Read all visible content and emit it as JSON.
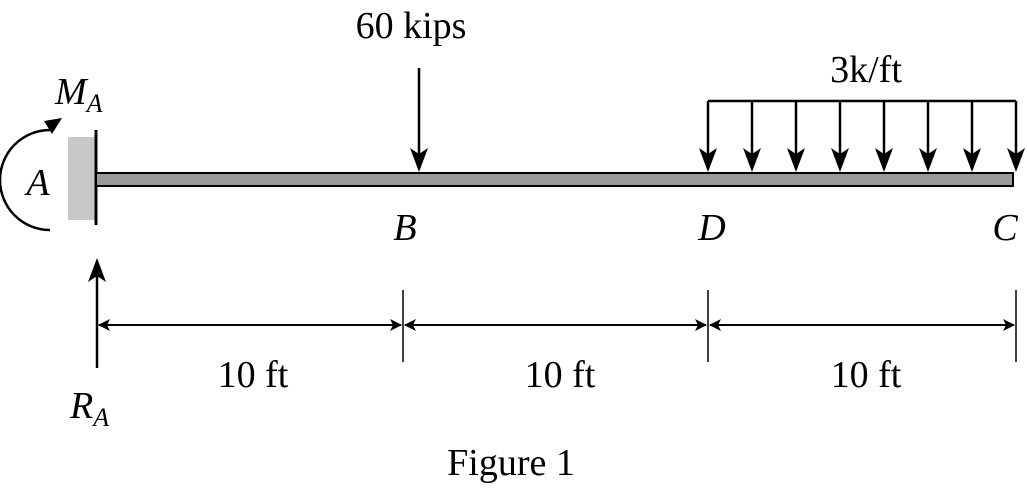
{
  "load": {
    "point_label": "60 kips",
    "distributed_label": "3k/ft"
  },
  "support": {
    "moment_label": "M",
    "moment_sub": "A",
    "reaction_label": "R",
    "reaction_sub": "A",
    "point_label": "A"
  },
  "points": {
    "b": "B",
    "d": "D",
    "c": "C"
  },
  "dimensions": [
    {
      "label": "10 ft"
    },
    {
      "label": "10 ft"
    },
    {
      "label": "10 ft"
    }
  ],
  "caption": "Figure 1"
}
